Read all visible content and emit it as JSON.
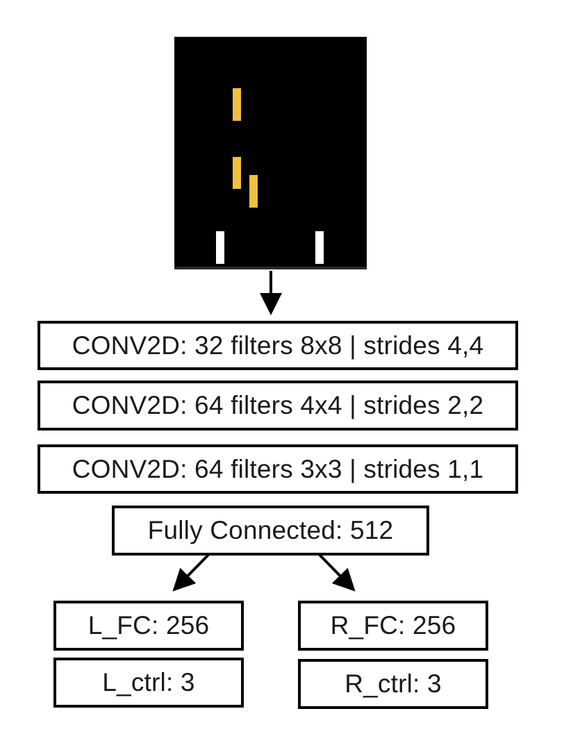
{
  "network": {
    "conv1": "CONV2D: 32 filters 8x8 | strides 4,4",
    "conv2": "CONV2D: 64 filters 4x4 | strides 2,2",
    "conv3": "CONV2D: 64 filters 3x3 | strides 1,1",
    "fc": "Fully Connected: 512"
  },
  "left_branch": {
    "fc": "L_FC: 256",
    "ctrl": "L_ctrl: 3"
  },
  "right_branch": {
    "fc": "R_FC: 256",
    "ctrl": "R_ctrl: 3"
  },
  "colors": {
    "block": "#f0c040",
    "paddle": "#ffffff",
    "game_background": "#000000"
  }
}
